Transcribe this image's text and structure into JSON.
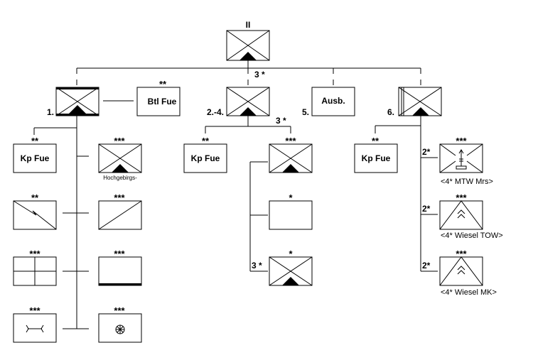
{
  "battalion": {
    "echelon": "II"
  },
  "connectors": {
    "main_count": "3 *",
    "cp24_count": "3 *",
    "cp24_bottom_count": "3 *",
    "cp6_count_1": "2*",
    "cp6_count_2": "2*",
    "cp6_count_3": "2*"
  },
  "cp1": {
    "number": "1."
  },
  "btl_fue": {
    "echelon": "**",
    "label": "Btl Fue"
  },
  "cp24": {
    "number": "2.-4."
  },
  "ausb": {
    "number": "5.",
    "label": "Ausb."
  },
  "cp6": {
    "number": "6."
  },
  "cp1_units": {
    "kp_fue": {
      "echelon": "**",
      "label": "Kp Fue"
    },
    "mountain_platoon": {
      "echelon": "***",
      "caption": "Hochgebirgs-"
    },
    "signal_section": {
      "echelon": "**"
    },
    "recon_platoon": {
      "echelon": "***"
    },
    "quad_platoon": {
      "echelon": "***"
    },
    "armored_platoon": {
      "echelon": "***"
    },
    "engineer_platoon": {
      "echelon": "***"
    },
    "wheel_platoon": {
      "echelon": "***"
    }
  },
  "cp24_units": {
    "kp_fue": {
      "echelon": "**",
      "label": "Kp Fue"
    },
    "platoon": {
      "echelon": "***"
    },
    "plain_group": {
      "echelon": "*"
    },
    "infantry_group": {
      "echelon": "*"
    }
  },
  "cp6_units": {
    "kp_fue": {
      "echelon": "**",
      "label": "Kp Fue"
    },
    "mortar": {
      "echelon": "***",
      "caption": "<4* MTW Mrs>"
    },
    "tow": {
      "echelon": "***",
      "caption": "<4* Wiesel TOW>"
    },
    "mk": {
      "echelon": "***",
      "caption": "<4* Wiesel MK>"
    }
  }
}
